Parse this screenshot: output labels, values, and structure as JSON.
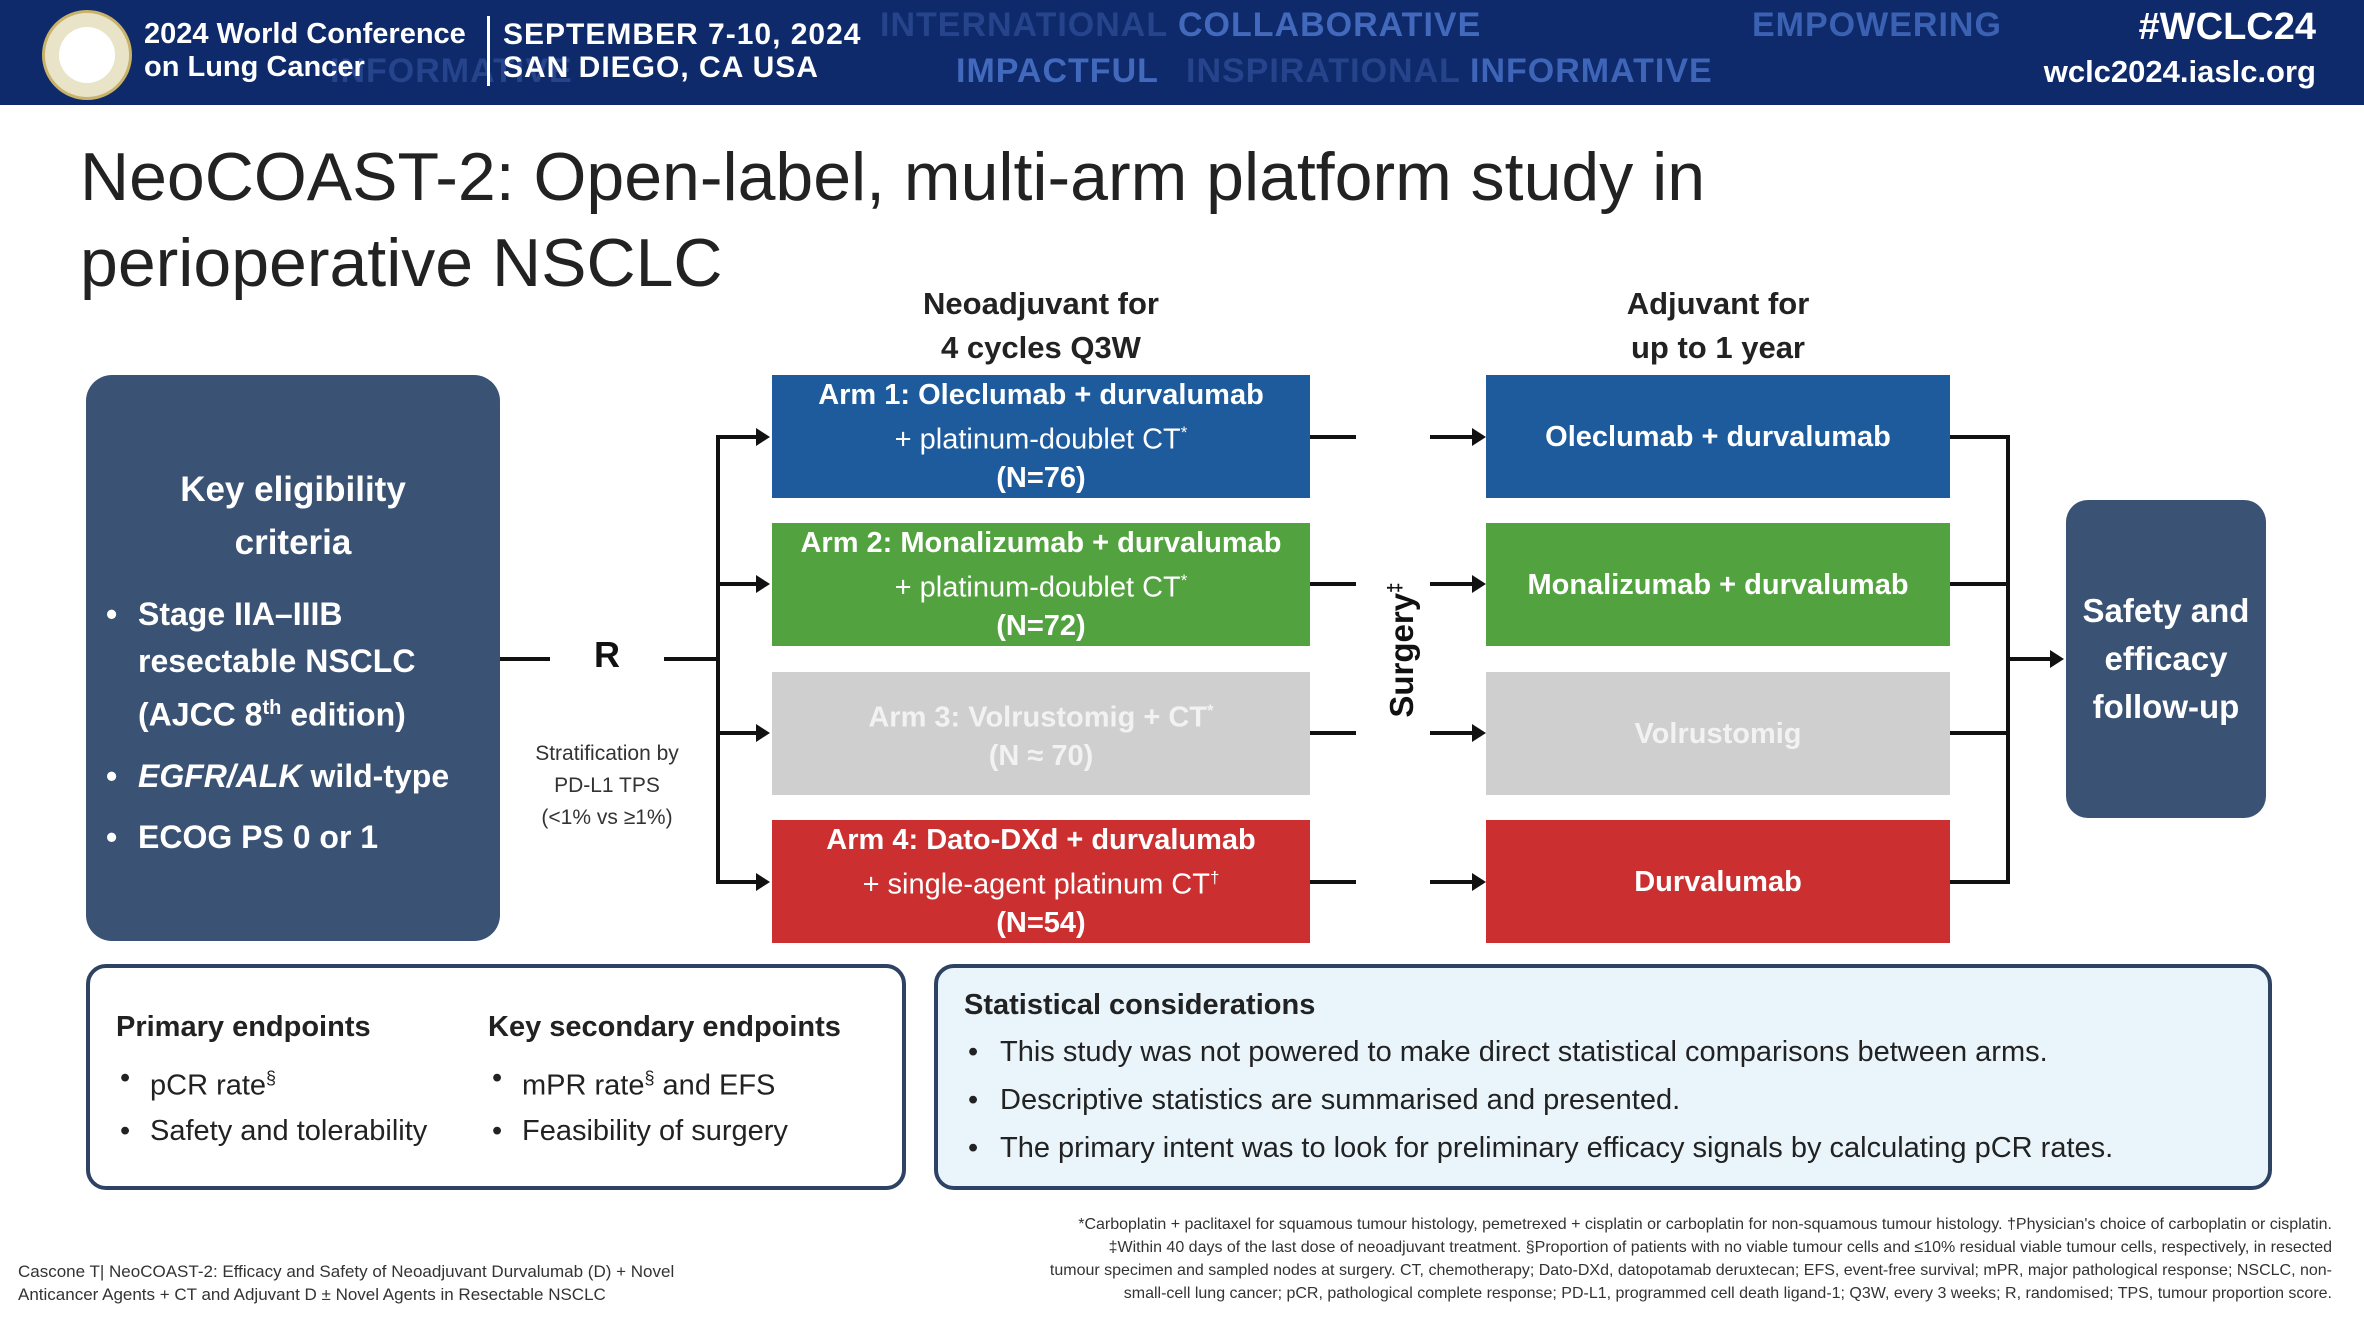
{
  "banner": {
    "conference_name_line1": "2024 World Conference",
    "conference_name_line2": "on Lung Cancer",
    "dates": "SEPTEMBER 7-10, 2024",
    "location": "SAN DIEGO, CA USA",
    "hashtag": "#WCLC24",
    "website": "wclc2024.iaslc.org",
    "background_words": [
      "INTERNATIONAL",
      "COLLABORATIVE",
      "EMPOWERING",
      "INFORMATIVE",
      "IMPACTFUL",
      "INSPIRATIONAL",
      "INFORMATIVE"
    ]
  },
  "title": {
    "line1": "NeoCOAST-2: Open-label, multi-arm platform study in",
    "line2": "perioperative NSCLC"
  },
  "headers": {
    "neoadjuvant_line1": "Neoadjuvant for",
    "neoadjuvant_line2": "4 cycles Q3W",
    "adjuvant_line1": "Adjuvant for",
    "adjuvant_line2": "up to 1 year"
  },
  "eligibility": {
    "heading_line1": "Key eligibility",
    "heading_line2": "criteria",
    "item1_line1": "Stage IIA–IIIB",
    "item1_line2": "resectable NSCLC",
    "item1_line3_pre": "(AJCC 8",
    "item1_line3_sup": "th",
    "item1_line3_post": " edition)",
    "item2_italic": "EGFR/ALK",
    "item2_rest": " wild-type",
    "item3": "ECOG PS 0 or 1"
  },
  "randomization": {
    "label": "R",
    "stratification_line1": "Stratification by",
    "stratification_line2": "PD-L1 TPS",
    "stratification_line3": "(<1% vs ≥1%)"
  },
  "arms": [
    {
      "line1": "Arm 1: Oleclumab + durvalumab",
      "line2": "+ platinum-doublet CT",
      "sup": "*",
      "line3": "(N=76)"
    },
    {
      "line1": "Arm 2: Monalizumab + durvalumab",
      "line2": "+ platinum-doublet CT",
      "sup": "*",
      "line3": "(N=72)"
    },
    {
      "line1": "Arm 3: Volrustomig + CT",
      "sup": "*",
      "line3": "(N ≈ 70)"
    },
    {
      "line1": "Arm 4: Dato-DXd + durvalumab",
      "line2": "+ single-agent platinum CT",
      "sup": "†",
      "line3": "(N=54)"
    }
  ],
  "surgery": {
    "label": "Surgery",
    "sup": "‡"
  },
  "adjuvant": [
    "Oleclumab + durvalumab",
    "Monalizumab + durvalumab",
    "Volrustomig",
    "Durvalumab"
  ],
  "followup": {
    "line1": "Safety and",
    "line2": "efficacy",
    "line3": "follow-up"
  },
  "endpoints": {
    "primary_heading": "Primary endpoints",
    "primary_item1": "pCR rate",
    "primary_item1_sup": "§",
    "primary_item2": "Safety and tolerability",
    "secondary_heading": "Key secondary endpoints",
    "secondary_item1_pre": "mPR rate",
    "secondary_item1_sup": "§",
    "secondary_item1_post": " and EFS",
    "secondary_item2": "Feasibility of surgery"
  },
  "statistical": {
    "heading": "Statistical considerations",
    "items": [
      "This study was not powered to make direct statistical comparisons between arms.",
      "Descriptive statistics are summarised and presented.",
      "The primary intent was to look for preliminary efficacy signals by calculating pCR rates."
    ]
  },
  "footnotes": {
    "citation_line1": "Cascone T| NeoCOAST-2: Efficacy and Safety of Neoadjuvant Durvalumab (D) + Novel",
    "citation_line2": "Anticancer Agents + CT and Adjuvant D ± Novel Agents in Resectable NSCLC",
    "note_line1": "*Carboplatin + paclitaxel for squamous tumour histology, pemetrexed + cisplatin or carboplatin for non-squamous tumour histology. †Physician's choice of carboplatin or cisplatin.",
    "note_line2": "‡Within 40 days of the last dose of neoadjuvant treatment. §Proportion of patients with no viable tumour cells and ≤10% residual viable tumour cells, respectively, in resected",
    "note_line3": "tumour specimen and sampled nodes at surgery. CT, chemotherapy; Dato-DXd, datopotamab deruxtecan; EFS, event-free survival; mPR, major pathological response; NSCLC, non-",
    "note_line4": "small-cell lung cancer; pCR, pathological complete response; PD-L1, programmed cell death ligand-1; Q3W, every 3 weeks; R, randomised; TPS, tumour proportion score."
  },
  "colors": {
    "banner": "#0e2a6b",
    "eligibility_box": "#3a5274",
    "arm1": "#1d5b9c",
    "arm2": "#53a240",
    "arm3": "#cfcfcf",
    "arm4": "#cc2f2f",
    "stat_box_bg": "#e9f5fb"
  }
}
